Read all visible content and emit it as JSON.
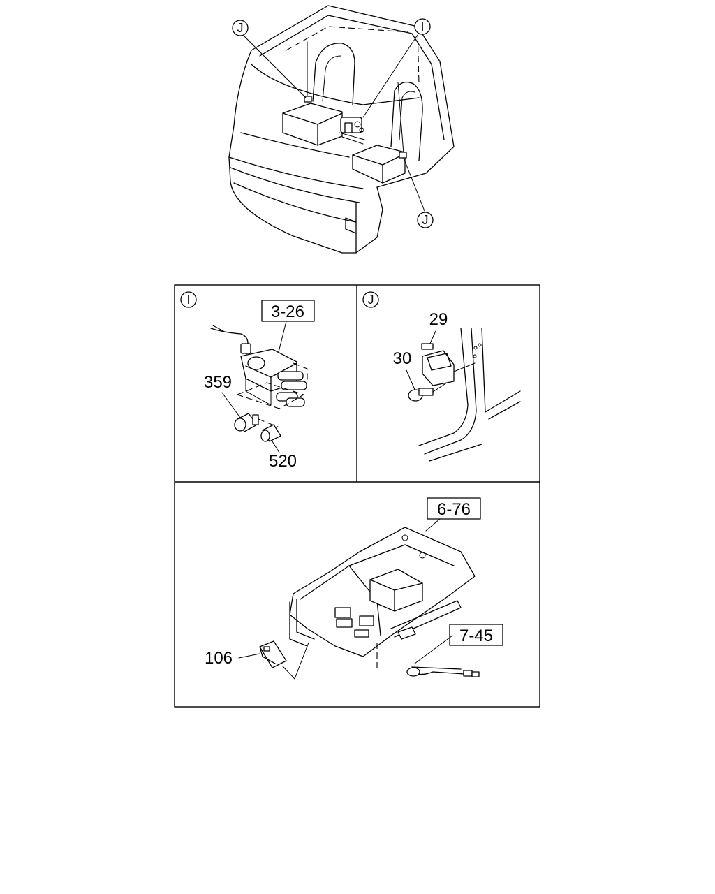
{
  "callouts": {
    "top_left": "J",
    "top_right": "I",
    "bottom": "J",
    "panel_i": "I",
    "panel_j": "J"
  },
  "refs": {
    "ref_3_26": "3-26",
    "ref_6_76": "6-76",
    "ref_7_45": "7-45"
  },
  "parts": {
    "p359": "359",
    "p520": "520",
    "p29": "29",
    "p30": "30",
    "p106": "106"
  }
}
